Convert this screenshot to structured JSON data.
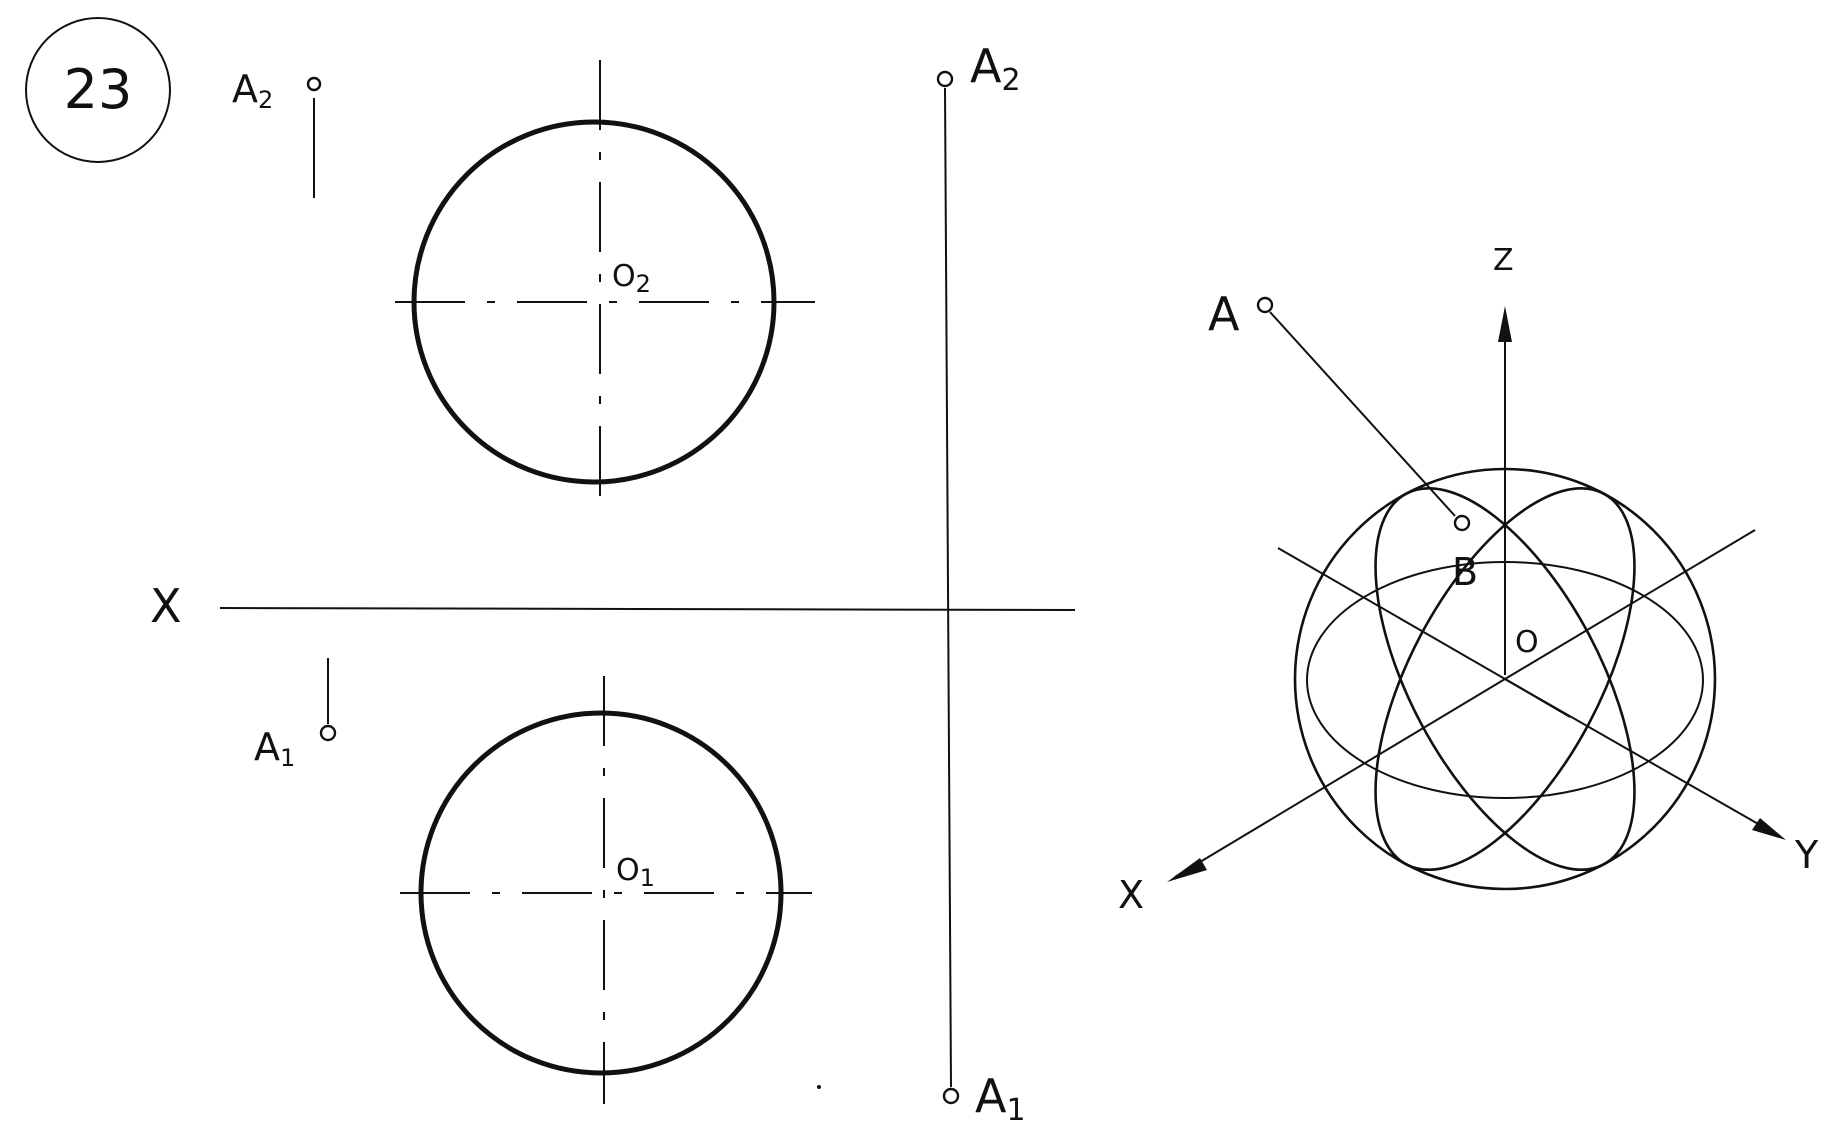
{
  "problem_number": "23",
  "left_view": {
    "frontal": {
      "point_label": "A",
      "point_sub": "2",
      "center_label": "O",
      "center_sub": "2"
    },
    "horizontal": {
      "point_label": "A",
      "point_sub": "1",
      "center_label": "O",
      "center_sub": "1"
    },
    "axis_label": "X",
    "right_line": {
      "top_label": "A",
      "top_sub": "2",
      "bottom_label": "A",
      "bottom_sub": "1"
    }
  },
  "axonometric": {
    "point_a_label": "A",
    "point_b_label": "B",
    "origin_label": "O",
    "axis_x_label": "X",
    "axis_y_label": "Y",
    "axis_z_label": "Z"
  },
  "colors": {
    "ink": "#111111",
    "paper": "#ffffff"
  }
}
